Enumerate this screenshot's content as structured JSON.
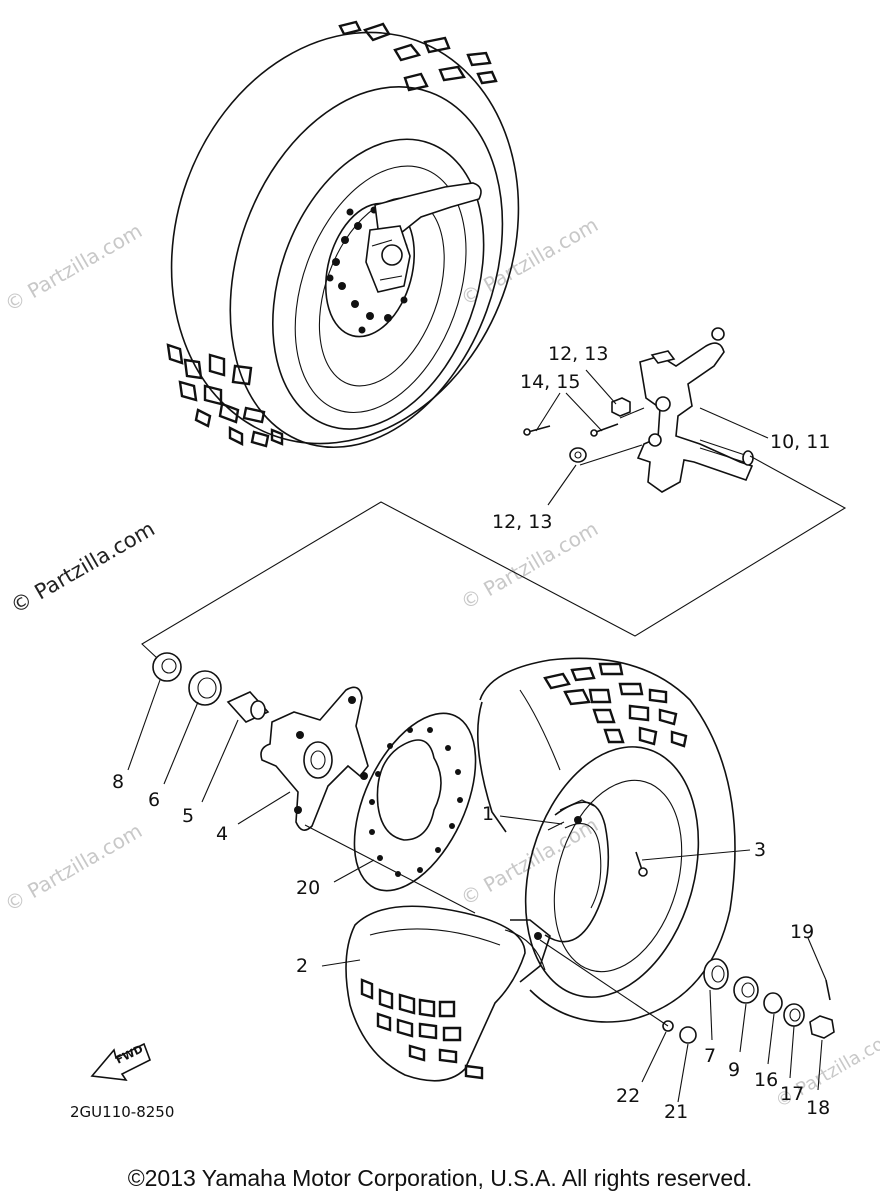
{
  "watermarks": [
    "© Partzilla.com",
    "© Partzilla.com",
    "© Partzilla.com",
    "© Partzilla.com",
    "© Partzilla.com",
    "© Partzilla.com",
    "© Partzilla.com"
  ],
  "callouts": {
    "c1": "1",
    "c2": "2",
    "c3": "3",
    "c4": "4",
    "c5": "5",
    "c6": "6",
    "c7": "7",
    "c8": "8",
    "c9": "9",
    "c10_11": "10, 11",
    "c12_13_top": "12, 13",
    "c12_13_bottom": "12, 13",
    "c14_15": "14, 15",
    "c16": "16",
    "c17": "17",
    "c18": "18",
    "c19": "19",
    "c20": "20",
    "c21": "21",
    "c22": "22"
  },
  "fwd_label": "FWD",
  "diagram_code": "2GU110-8250",
  "footer": "©2013 Yamaha Motor Corporation, U.S.A. All rights reserved."
}
